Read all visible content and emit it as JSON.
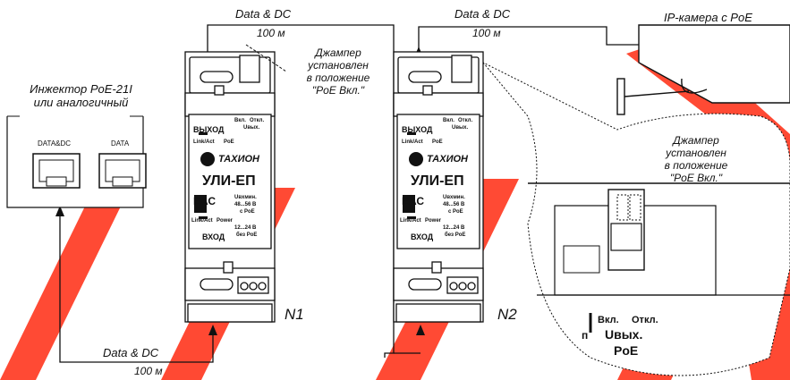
{
  "injector": {
    "title_line1": "Инжектор PoE-21I",
    "title_line2": "или аналогичный",
    "port1": "DATA&DC",
    "port2": "DATA"
  },
  "links": {
    "top1_label": "Data & DC",
    "top1_len": "100 м",
    "top2_label": "Data & DC",
    "top2_len": "100 м",
    "bottom_label": "Data & DC",
    "bottom_len": "100 м"
  },
  "camera": {
    "label": "IP-камера с PoE"
  },
  "jumper_note": {
    "line1": "Джампер",
    "line2": "установлен",
    "line3": "в положение",
    "line4": "\"PoE Вкл.\""
  },
  "device": {
    "out_label": "ВЫХОД",
    "in_label": "ВХОД",
    "linkact": "Link/Act",
    "poe": "PoE",
    "power": "Power",
    "sw_on": "Вкл.",
    "sw_off": "Откл.",
    "uout": "Uвых.",
    "brand": "ТАХИОН",
    "model": "УЛИ-ЕП",
    "eac": "ЕАС",
    "umin": "Uвхмин.",
    "v1": "48...56 В",
    "v1b": "с PoE",
    "v2": "12...24 В",
    "v2b": "без PoE"
  },
  "units": {
    "n1": "N1",
    "n2": "N2"
  },
  "zoom": {
    "vkl": "Вкл.",
    "otkl": "Откл.",
    "uvyh": "Uвых.",
    "poe": "PoE",
    "p": "п"
  }
}
